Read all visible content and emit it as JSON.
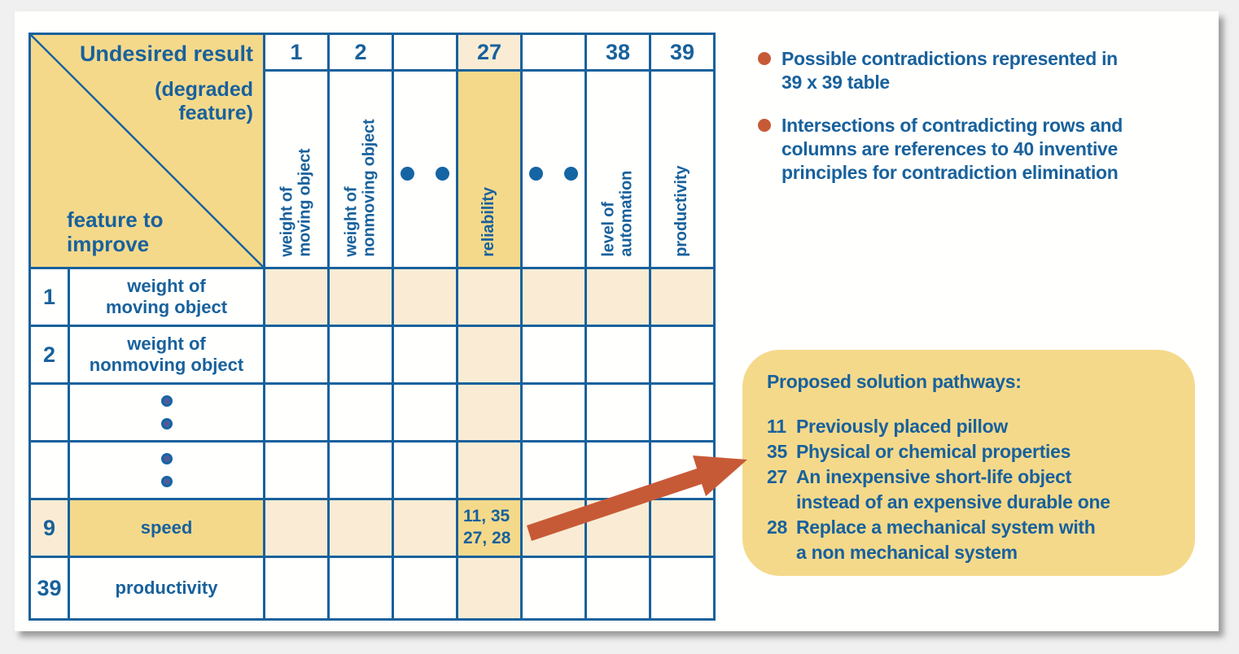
{
  "colors": {
    "blue": "#18619C",
    "yellow": "#F5D98B",
    "cream": "#FAECD4",
    "orange": "#C75A36",
    "row_dot_fill": "#4E5B9A",
    "page_bg": "#F0F0F0",
    "slide_bg": "#FFFFFE"
  },
  "table": {
    "corner": {
      "top_label": "Undesired result",
      "top_sublabel": "(degraded\nfeature)",
      "bottom_label": "feature to\nimprove"
    },
    "col_headers": [
      {
        "number": "1",
        "label": "weight of\nmoving object"
      },
      {
        "number": "2",
        "label": "weight of\nnonmoving object"
      },
      {
        "number": "",
        "label": ""
      },
      {
        "number": "27",
        "label": "reliability"
      },
      {
        "number": "",
        "label": ""
      },
      {
        "number": "38",
        "label": "level of\nautomation"
      },
      {
        "number": "39",
        "label": "productivity"
      }
    ],
    "rows": [
      {
        "number": "1",
        "label": "weight of\nmoving object"
      },
      {
        "number": "2",
        "label": "weight of\nnonmoving object"
      },
      {
        "number": "",
        "label": ""
      },
      {
        "number": "",
        "label": ""
      },
      {
        "number": "9",
        "label": "speed"
      },
      {
        "number": "39",
        "label": "productivity"
      }
    ],
    "intersection_value": "11, 35\n27, 28"
  },
  "notes": [
    {
      "text": "Possible contradictions represented in\n39 x 39 table"
    },
    {
      "text": "Intersections of contradicting rows and\ncolumns are references to 40 inventive\nprinciples for contradiction elimination"
    }
  ],
  "callout": {
    "title": "Proposed solution pathways:",
    "items": [
      {
        "num": "11",
        "text": "Previously placed pillow"
      },
      {
        "num": "35",
        "text": "Physical or chemical properties"
      },
      {
        "num": "27",
        "text": "An inexpensive short-life object\ninstead of an expensive durable one"
      },
      {
        "num": "28",
        "text": "Replace a mechanical system with\na non mechanical system"
      }
    ]
  }
}
